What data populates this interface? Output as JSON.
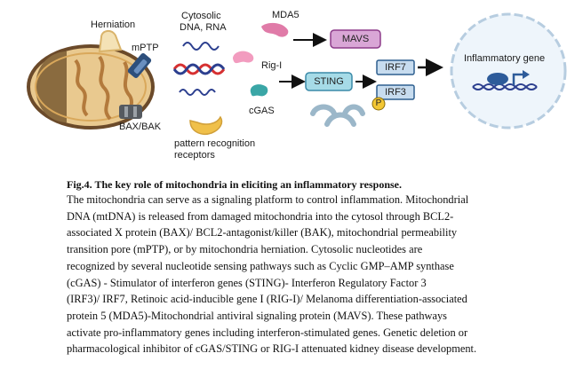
{
  "figure": {
    "labels": {
      "herniation": "Herniation",
      "mptp": "mPTP",
      "bax_bak": "BAX/BAK",
      "cytosolic_line1": "Cytosolic",
      "cytosolic_line2": "DNA, RNA",
      "mda5": "MDA5",
      "rig_i": "Rig-I",
      "cgas": "cGAS",
      "prr_line1": "pattern recognition",
      "prr_line2": "receptors",
      "mavs": "MAVS",
      "sting": "STING",
      "irf7": "IRF7",
      "irf3": "IRF3",
      "phospho": "P",
      "inflammatory_gene": "Inflammatory gene"
    }
  },
  "caption": {
    "title": "Fig.4. The key role of mitochondria in eliciting an inflammatory response.",
    "lines": [
      "The mitochondria can serve as a signaling platform to control inflammation. Mitochondrial",
      "DNA (mtDNA) is released from damaged mitochondria into the cytosol through BCL2-",
      "associated X protein (BAX)/ BCL2-antagonist/killer (BAK), mitochondrial permeability",
      "transition pore (mPTP), or by mitochondria herniation. Cytosolic nucleotides are",
      "recognized by several nucleotide sensing pathways such as Cyclic GMP–AMP synthase",
      "(cGAS) - Stimulator of interferon genes (STING)- Interferon Regulatory Factor 3",
      "(IRF3)/ IRF7, Retinoic acid-inducible gene I (RIG-I)/ Melanoma differentiation-associated",
      "protein 5 (MDA5)-Mitochondrial antiviral signaling protein (MAVS). These pathways",
      "activate pro-inflammatory genes including interferon-stimulated genes. Genetic deletion or",
      "pharmacological inhibitor of cGAS/STING or RIG-I attenuated kidney disease development."
    ]
  }
}
